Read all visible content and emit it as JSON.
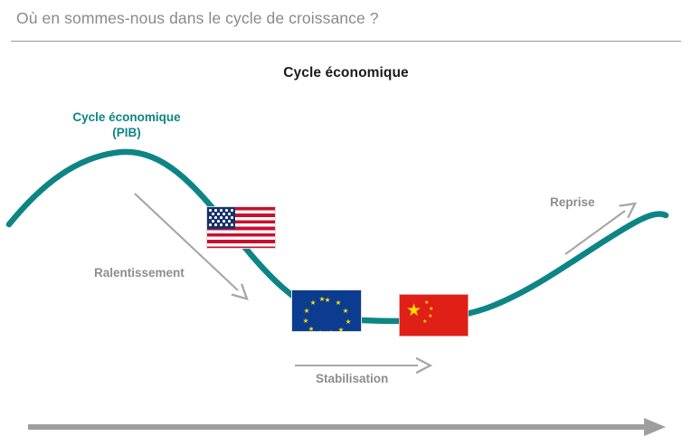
{
  "header": {
    "title": "Où en sommes-nous dans le cycle de croissance ?"
  },
  "chart": {
    "title": "Cycle économique",
    "curve_label_line1": "Cycle économique",
    "curve_label_line2": "(PIB)",
    "phases": [
      {
        "id": "slowdown",
        "label": "Ralentissement"
      },
      {
        "id": "stabilisation",
        "label": "Stabilisation"
      },
      {
        "id": "recovery",
        "label": "Reprise"
      }
    ],
    "flags": [
      {
        "id": "flag-us",
        "name": "United States flag"
      },
      {
        "id": "flag-eu",
        "name": "European Union flag"
      },
      {
        "id": "flag-cn",
        "name": "China flag"
      }
    ]
  },
  "colors": {
    "curve": "#0e8585",
    "label_gray": "#8d8d8d",
    "header_gray": "#8a8a8a",
    "title_black": "#1a1a1a",
    "timeline_gray": "#9e9e9e",
    "us_red": "#c8102e",
    "us_blue": "#15326b",
    "eu_blue": "#0b3c8f",
    "eu_yellow": "#ffdd00",
    "cn_red": "#e01f16",
    "cn_yellow": "#ffde00"
  },
  "chart_data": {
    "type": "line",
    "title": "Cycle économique",
    "subtitle": "Où en sommes-nous dans le cycle de croissance ?",
    "ylabel": "Cycle économique (PIB)",
    "xlabel": "",
    "grid": false,
    "legend": "none",
    "series": [
      {
        "name": "Cycle économique (PIB)",
        "color": "#0e8585",
        "points": [
          {
            "x": 10,
            "y": 248
          },
          {
            "x": 60,
            "y": 196
          },
          {
            "x": 135,
            "y": 168
          },
          {
            "x": 200,
            "y": 190
          },
          {
            "x": 255,
            "y": 240
          },
          {
            "x": 305,
            "y": 295
          },
          {
            "x": 350,
            "y": 340
          },
          {
            "x": 400,
            "y": 353
          },
          {
            "x": 470,
            "y": 354
          },
          {
            "x": 530,
            "y": 348
          },
          {
            "x": 590,
            "y": 310
          },
          {
            "x": 650,
            "y": 272
          },
          {
            "x": 700,
            "y": 246
          },
          {
            "x": 735,
            "y": 239
          }
        ]
      }
    ],
    "annotations": [
      {
        "text": "Ralentissement",
        "phase": "slowdown",
        "arrow": "down-right"
      },
      {
        "text": "Stabilisation",
        "phase": "stabilisation",
        "arrow": "right"
      },
      {
        "text": "Reprise",
        "phase": "recovery",
        "arrow": "up-right"
      }
    ],
    "markers": [
      {
        "label": "United States",
        "x": 266,
        "y": 251
      },
      {
        "label": "European Union",
        "x": 361,
        "y": 343
      },
      {
        "label": "China",
        "x": 479,
        "y": 348
      }
    ],
    "time_axis": {
      "direction": "left-to-right",
      "ticks": []
    }
  }
}
